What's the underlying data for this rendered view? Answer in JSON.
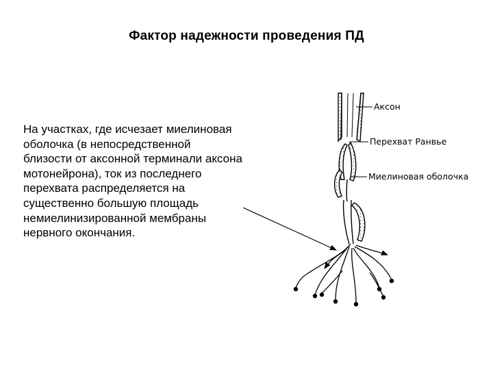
{
  "title": "Фактор надежности проведения ПД",
  "paragraph": [
    "На участках, где исчезает миелиновая",
    "оболочка (в непосредственной",
    "близости от аксонной терминали аксона",
    "мотонейрона), ток из последнего",
    "перехвата распределяется на",
    "существенно большую площадь",
    "немиелинизированной мембраны",
    "нервного окончания."
  ],
  "diagram": {
    "labels": {
      "axon": "Аксон",
      "node": "Перехват Ранвье",
      "myelin": "Миелиновая оболочка"
    }
  }
}
